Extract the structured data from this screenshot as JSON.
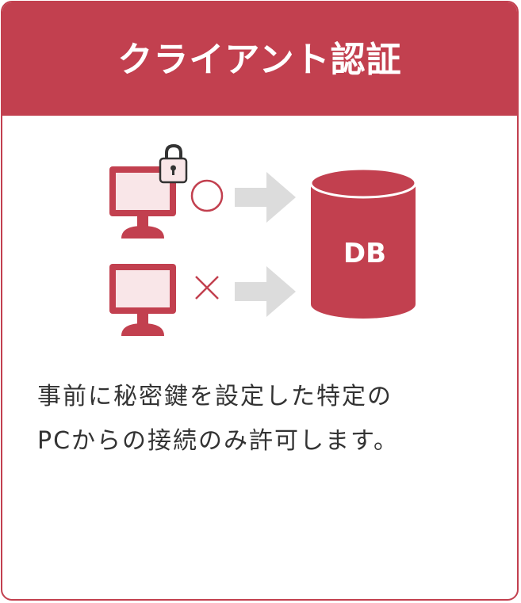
{
  "header": {
    "title": "クライアント認証"
  },
  "diagram": {
    "db_label": "DB",
    "allowed_mark": "○",
    "denied_mark": "×",
    "icons": {
      "allowed_pc": "monitor-icon",
      "lock": "padlock-icon",
      "denied_pc": "monitor-icon",
      "arrow": "arrow-right-icon",
      "database": "database-cylinder-icon"
    }
  },
  "description": {
    "line1": "事前に秘密鍵を設定した特定の",
    "line2": "PCからの接続のみ許可します。"
  },
  "colors": {
    "accent": "#c2404f",
    "screen_fill": "#f9e6e8",
    "arrow": "#dcdcdc",
    "text": "#333333"
  }
}
